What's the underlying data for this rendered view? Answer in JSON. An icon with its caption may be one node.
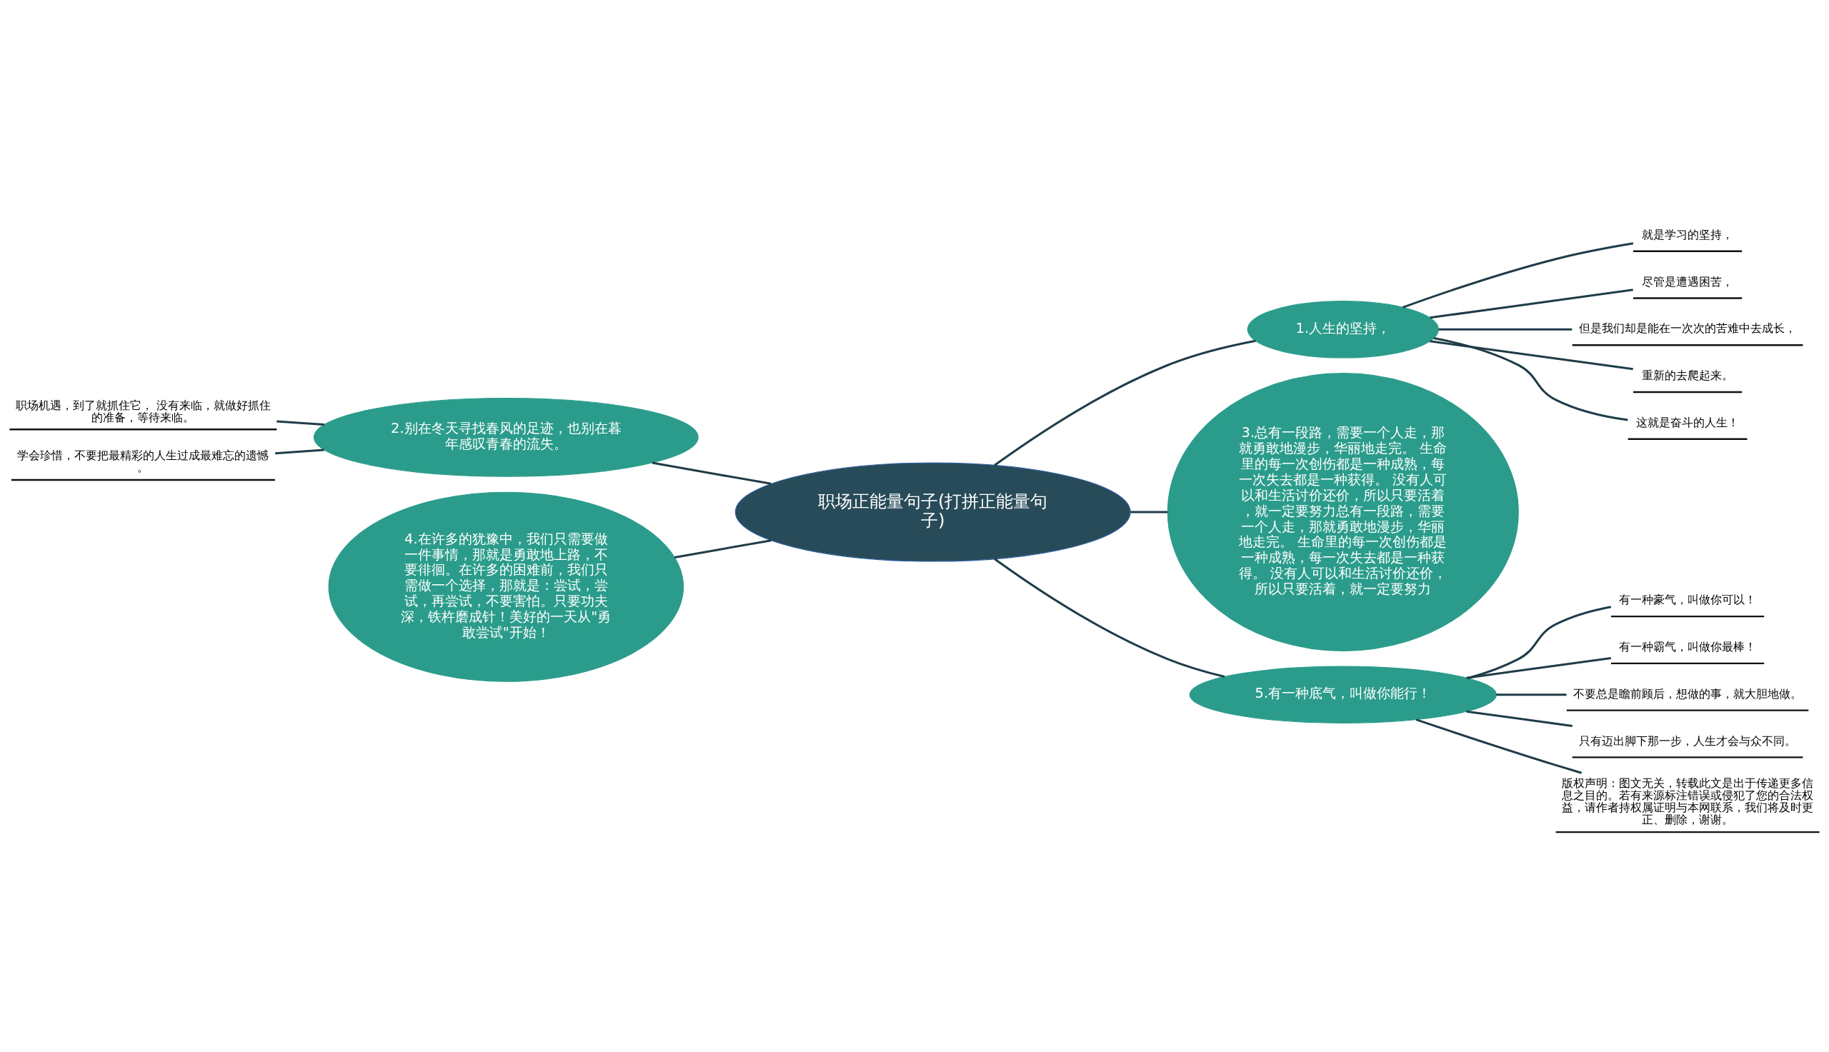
{
  "diagram": {
    "nodes": [
      {
        "text": [
          "职场正能量句子(打拼正能量句子)"
        ]
      },
      {
        "text": [
          "1.人生的坚持，"
        ]
      },
      {
        "text": [
          "就是学习的坚持，"
        ]
      },
      {
        "text": [
          "尽管是遭遇困苦，"
        ]
      },
      {
        "text": [
          "但是我们却是能在一次次的苦难中去成长，"
        ]
      },
      {
        "text": [
          "重新的去爬起来。"
        ]
      },
      {
        "text": [
          "这就是奋斗的人生！"
        ]
      },
      {
        "text": [
          "3.总有一段路，需要一个人走，那就勇敢地漫步，华丽地走完。 生命里的每一次创伤都是一种成熟，每一次失去都是一种获得。 没有人可以和生活讨价还价，所以只要活着，就一定要努力总有一段路，需要一个人走，那就勇敢地漫步，华丽地走完。 生命里的每一次创伤都是一种成熟，每一次失去都是一种获得。 没有人可以和生活讨价还价，所以只要活着，就一定要努力"
        ]
      },
      {
        "text": [
          "5.有一种底气，叫做你能行！"
        ]
      },
      {
        "text": [
          "有一种豪气，叫做你可以！"
        ]
      },
      {
        "text": [
          "有一种霸气，叫做你最棒！"
        ]
      },
      {
        "text": [
          "不要总是瞻前顾后，想做的事，就大胆地做。"
        ]
      },
      {
        "text": [
          "只有迈出脚下那一步，人生才会与众不同。"
        ]
      },
      {
        "text": [
          "版权声明：图文无关，转载此文是出于传递更多信息之目的。若有来源标注错误或侵犯了您的合法权益，请作者持权属证明与本网联系，我们将及时更正、删除，谢谢。"
        ]
      },
      {
        "text": [
          "2.别在冬天寻找春风的足迹，也别在暮年感叹青春的流失。"
        ]
      },
      {
        "text": [
          "职场机遇，到了就抓住它， 没有来临，就做好抓住的准备，等待来临。"
        ]
      },
      {
        "text": [
          "学会珍惜，不要把最精彩的人生过成最难忘的遗憾。"
        ]
      },
      {
        "text": [
          "4.在许多的犹豫中，我们只需要做一件事情，那就是勇敢地上路，不要徘徊。在许多的困难前，我们只需做一个选择，那就是：尝试，尝试，再尝试，不要害怕。只要功夫深，铁杵磨成针！美好的一天从\"勇敢尝试\"开始！"
        ]
      }
    ],
    "edges": [
      {
        "from": 0,
        "to": 1,
        "arrow": "none"
      },
      {
        "from": 1,
        "to": 2,
        "arrow": "none"
      },
      {
        "from": 1,
        "to": 3,
        "arrow": "none"
      },
      {
        "from": 1,
        "to": 4,
        "arrow": "none"
      },
      {
        "from": 1,
        "to": 5,
        "arrow": "none"
      },
      {
        "from": 1,
        "to": 6,
        "arrow": "none"
      },
      {
        "from": 0,
        "to": 7,
        "arrow": "none"
      },
      {
        "from": 0,
        "to": 8,
        "arrow": "none"
      },
      {
        "from": 8,
        "to": 9,
        "arrow": "none"
      },
      {
        "from": 8,
        "to": 10,
        "arrow": "none"
      },
      {
        "from": 8,
        "to": 11,
        "arrow": "none"
      },
      {
        "from": 8,
        "to": 12,
        "arrow": "none"
      },
      {
        "from": 8,
        "to": 13,
        "arrow": "none"
      },
      {
        "from": 14,
        "to": 0,
        "arrow": "none"
      },
      {
        "from": 15,
        "to": 14,
        "arrow": "none"
      },
      {
        "from": 16,
        "to": 14,
        "arrow": "none"
      },
      {
        "from": 17,
        "to": 0,
        "arrow": "none"
      }
    ]
  }
}
